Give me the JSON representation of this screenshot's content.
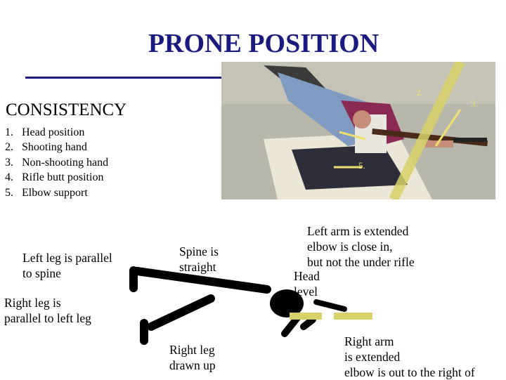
{
  "title": "PRONE POSITION",
  "subtitle": "CONSISTENCY",
  "consistency_items": [
    {
      "num": "1.",
      "text": "Head position"
    },
    {
      "num": "2.",
      "text": "Shooting hand"
    },
    {
      "num": "3.",
      "text": "Non-shooting hand"
    },
    {
      "num": "4.",
      "text": "Rifle butt position"
    },
    {
      "num": "5.",
      "text": "Elbow support"
    }
  ],
  "photo_labels": {
    "two": "2.",
    "three": "3.",
    "five": "5."
  },
  "notes": {
    "left_leg": [
      "Left leg is parallel",
      "to spine"
    ],
    "right_leg": [
      "Right leg is",
      "parallel to left leg"
    ],
    "spine": [
      "Spine is",
      "straight"
    ],
    "right_leg_drawn": [
      "Right leg",
      "drawn up"
    ],
    "left_arm": [
      "Left arm is extended",
      "elbow is close in,",
      "but not the under rifle"
    ],
    "head": [
      "Head",
      "level"
    ],
    "right_arm": [
      "Right arm",
      "is extended",
      "elbow is out to the right of"
    ]
  },
  "colors": {
    "title": "#1a1a80",
    "accent_yellow": "#d8d068",
    "arrow": "#f0e070"
  }
}
